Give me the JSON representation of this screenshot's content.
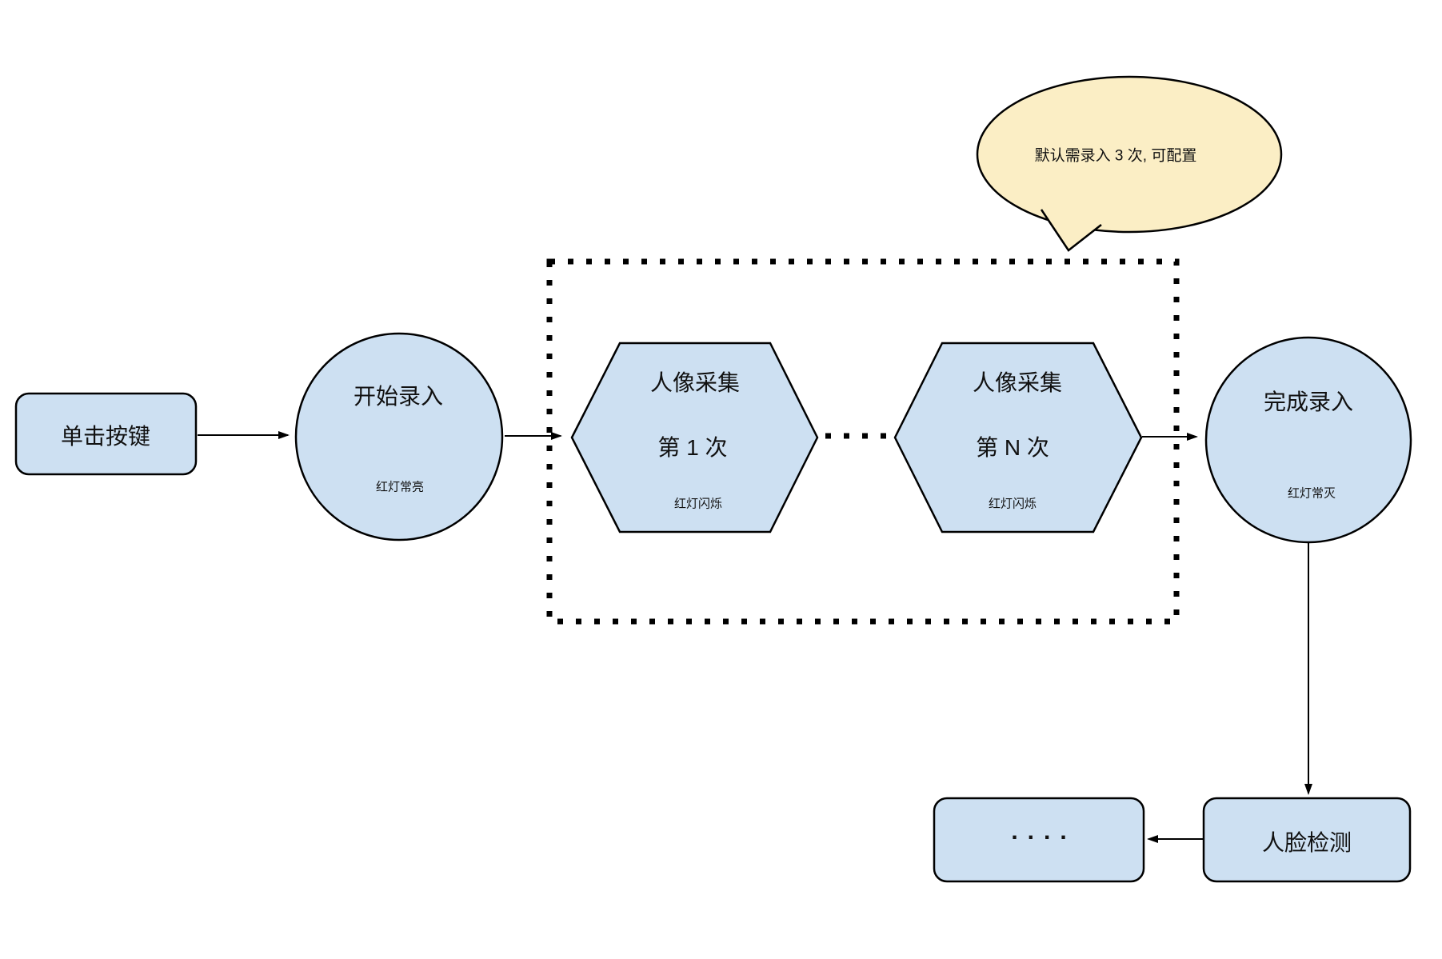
{
  "diagram": {
    "nodes": {
      "click_button": {
        "label": "单击按键"
      },
      "start_capture": {
        "title": "开始录入",
        "subtitle": "红灯常亮"
      },
      "capture_first": {
        "line1": "人像采集",
        "line2": "第 1 次",
        "subtitle": "红灯闪烁"
      },
      "capture_nth": {
        "line1": "人像采集",
        "line2": "第 N 次",
        "subtitle": "红灯闪烁"
      },
      "finish_capture": {
        "title": "完成录入",
        "subtitle": "红灯常灭"
      },
      "face_detection": {
        "label": "人脸检测"
      },
      "etc": {
        "label": "...."
      }
    },
    "callout": {
      "text": "默认需录入 3 次, 可配置"
    },
    "colors": {
      "node_fill": "#cde0f2",
      "callout_fill": "#fbeec5",
      "stroke": "#000000",
      "background": "#ffffff"
    }
  }
}
